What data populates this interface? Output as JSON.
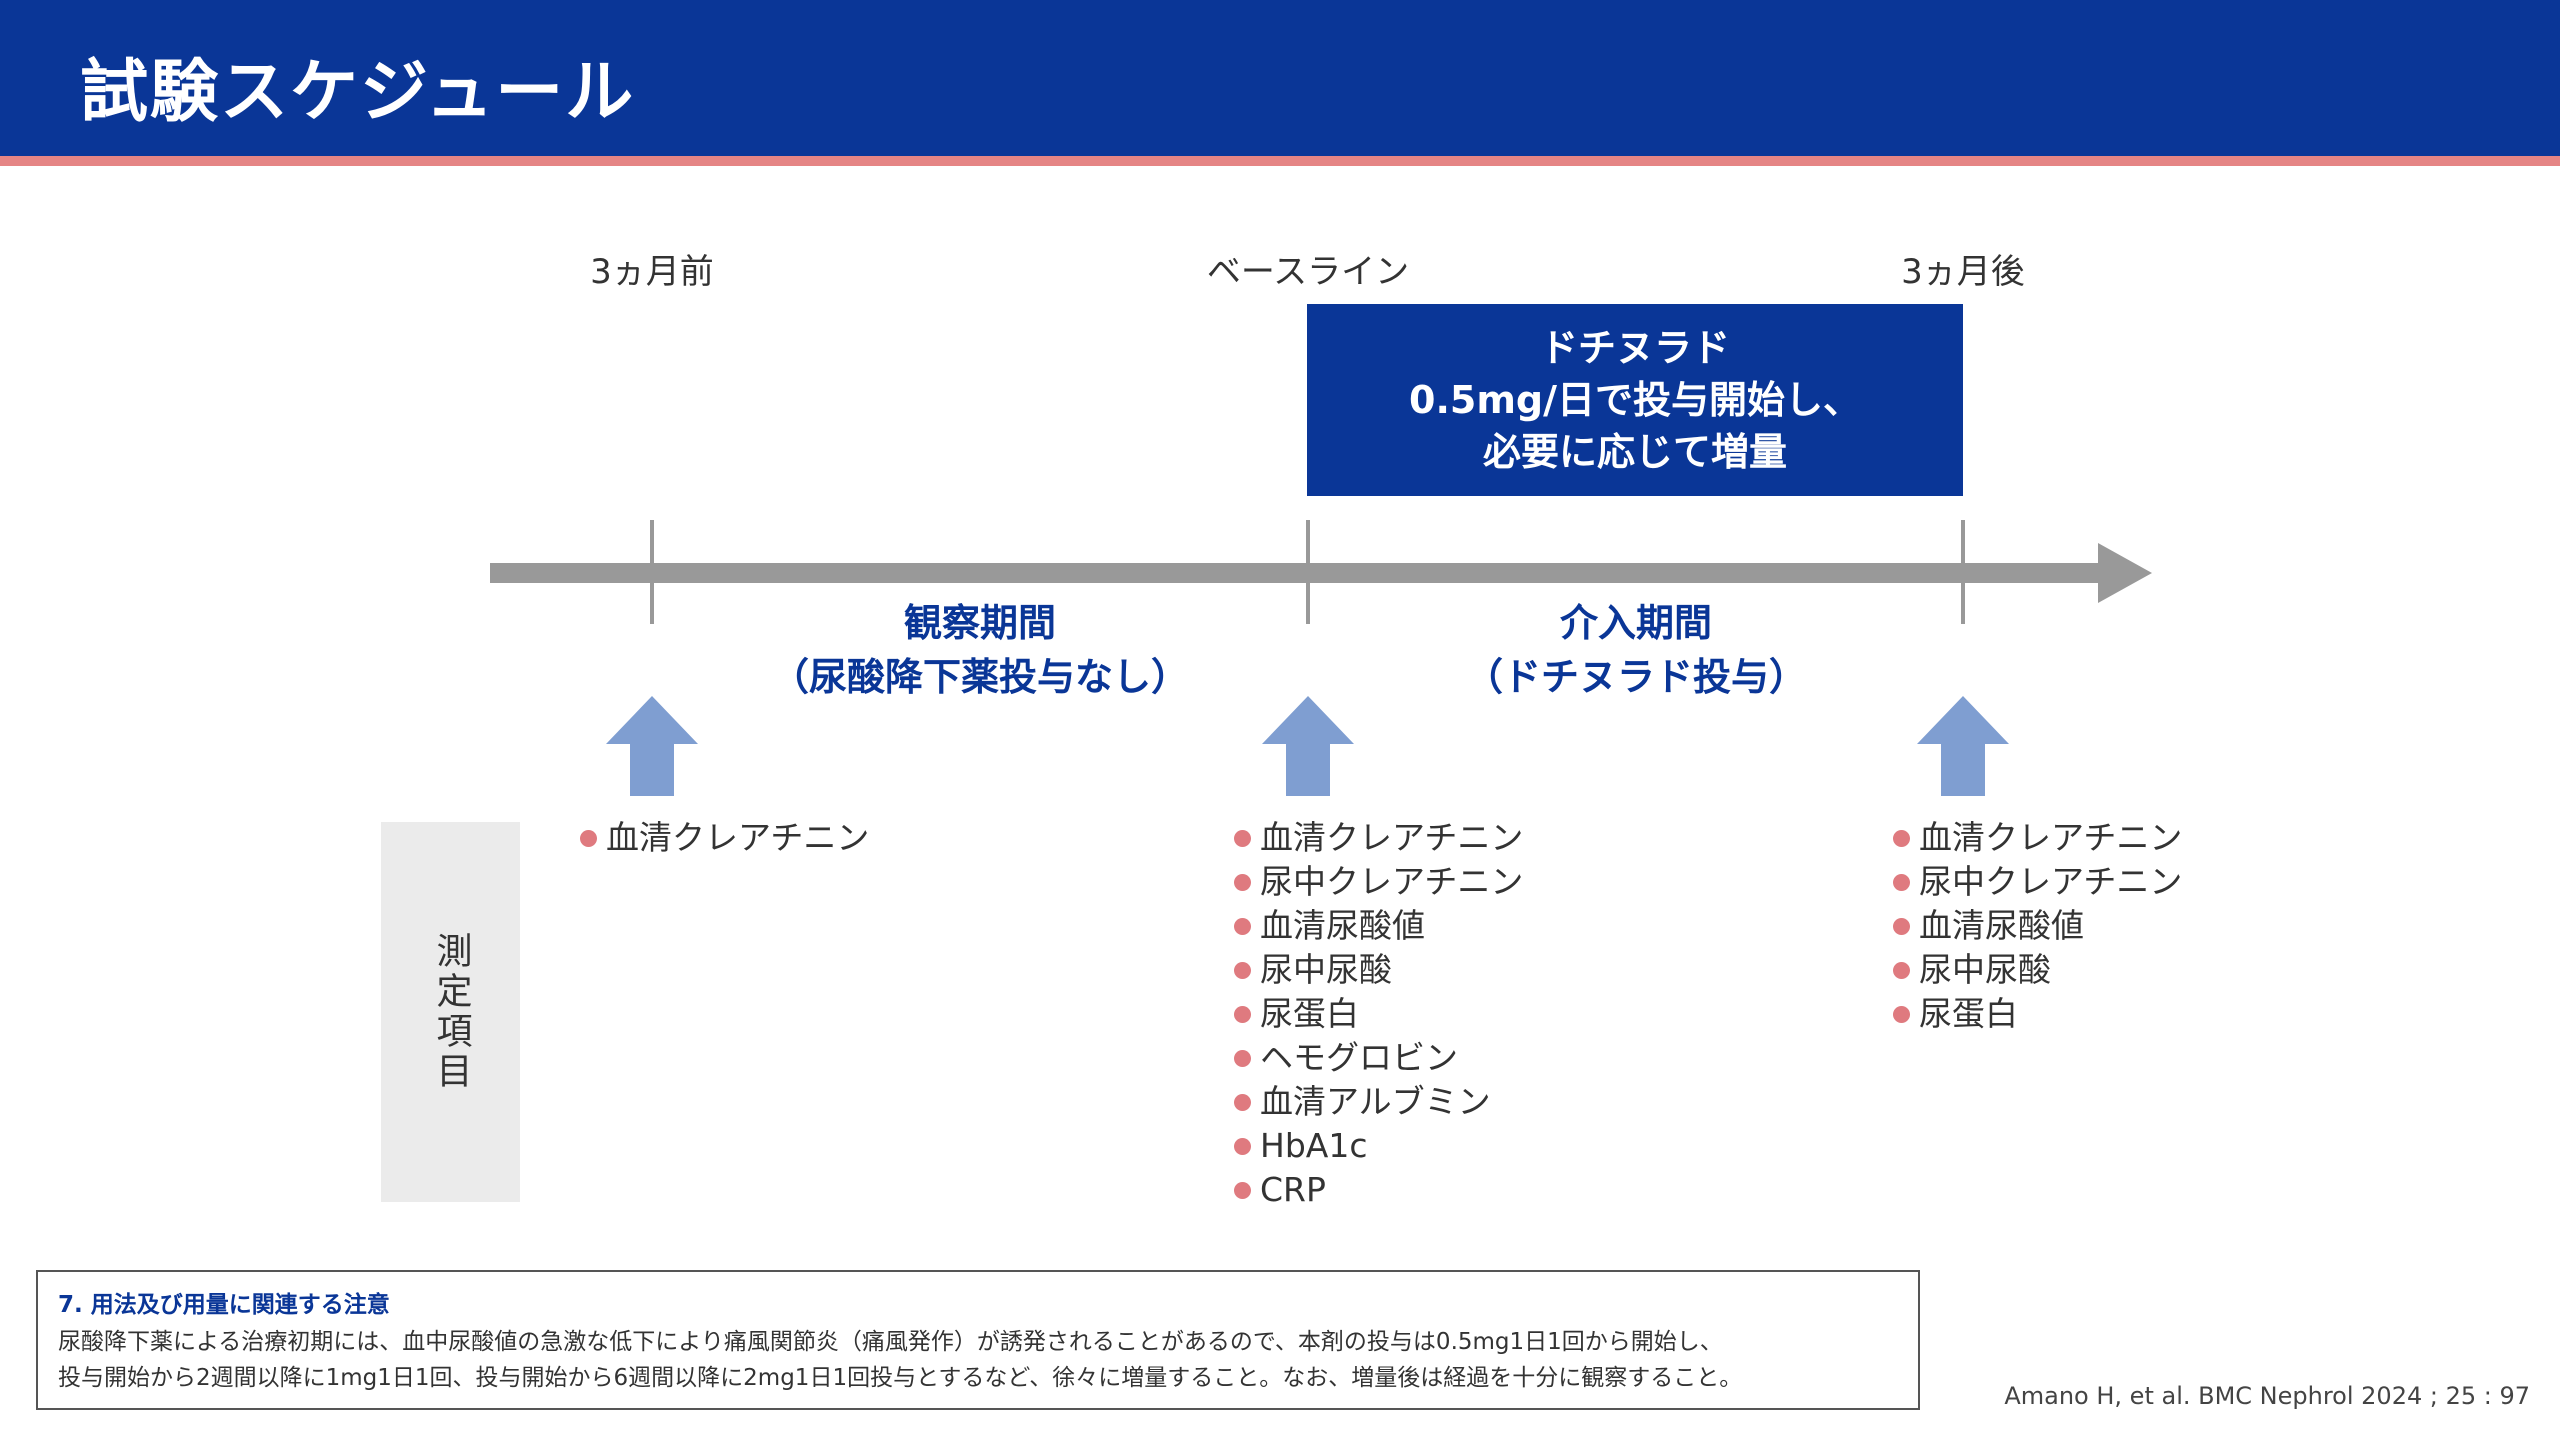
{
  "header": {
    "title": "試験スケジュール"
  },
  "timepoints": [
    {
      "label": "3ヵ月前"
    },
    {
      "label": "ベースライン"
    },
    {
      "label": "3ヵ月後"
    }
  ],
  "intervention_box": {
    "lines": [
      "ドチヌラド",
      "0.5mg/日で投与開始し、",
      "必要に応じて増量"
    ]
  },
  "periods": [
    {
      "lines": [
        "観察期間",
        "（尿酸降下薬投与なし）"
      ]
    },
    {
      "lines": [
        "介入期間",
        "（ドチヌラド投与）"
      ]
    }
  ],
  "measurements": {
    "side_label": "測定項目",
    "columns": [
      {
        "items": [
          "血清クレアチニン"
        ]
      },
      {
        "items": [
          "血清クレアチニン",
          "尿中クレアチニン",
          "血清尿酸値",
          "尿中尿酸",
          "尿蛋白",
          "ヘモグロビン",
          "血清アルブミン",
          "HbA1c",
          "CRP"
        ]
      },
      {
        "items": [
          "血清クレアチニン",
          "尿中クレアチニン",
          "血清尿酸値",
          "尿中尿酸",
          "尿蛋白"
        ]
      }
    ]
  },
  "note": {
    "title": "7. 用法及び用量に関連する注意",
    "lines": [
      "尿酸降下薬による治療初期には、血中尿酸値の急激な低下により痛風関節炎（痛風発作）が誘発されることがあるので、本剤の投与は0.5mg1日1回から開始し、",
      "投与開始から2週間以降に1mg1日1回、投与開始から6週間以降に2mg1日1回投与とするなど、徐々に増量すること。なお、増量後は経過を十分に観察すること。"
    ]
  },
  "citation": "Amano H, et al. BMC Nephrol 2024 ; 25 : 97",
  "colors": {
    "header_bg": "#0a3697",
    "header_stripe": "#e58585",
    "accent_text": "#0a3697",
    "timeline_gray": "#999999",
    "up_arrow": "#7f9ed1",
    "bullet": "#df7a7f",
    "side_box_bg": "#ebebeb"
  }
}
